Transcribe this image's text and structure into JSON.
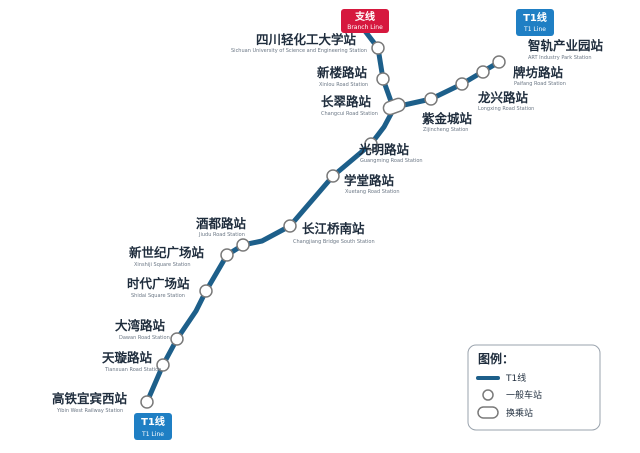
{
  "colors": {
    "main_line": "#1d5f8a",
    "branch_line": "#1d5f8a",
    "t1_badge": "#1f7fc4",
    "branch_badge": "#d6183e",
    "station_fill": "#ffffff",
    "station_stroke": "#7a7a7a"
  },
  "badges": {
    "t1_top": {
      "zh": "T1线",
      "en": "T1 Line"
    },
    "t1_bottom": {
      "zh": "T1线",
      "en": "T1 Line"
    },
    "branch": {
      "zh": "支线",
      "en": "Branch Line"
    }
  },
  "stations": [
    {
      "zh": "高铁宜宾西站",
      "en": "Yibin West Railway Station"
    },
    {
      "zh": "天璇路站",
      "en": "Tianxuan Road Station"
    },
    {
      "zh": "大湾路站",
      "en": "Dawan Road Station"
    },
    {
      "zh": "时代广场站",
      "en": "Shidai Square Station"
    },
    {
      "zh": "新世纪广场站",
      "en": "Xinshiji Square Station"
    },
    {
      "zh": "酒都路站",
      "en": "Jiudu Road Station"
    },
    {
      "zh": "长江桥南站",
      "en": "Changjiang Bridge South Station"
    },
    {
      "zh": "学堂路站",
      "en": "Xuetang Road Station"
    },
    {
      "zh": "光明路站",
      "en": "Guangming Road Station"
    },
    {
      "zh": "长翠路站",
      "en": "Changcui Road Station"
    },
    {
      "zh": "紫金城站",
      "en": "Zijincheng Station"
    },
    {
      "zh": "龙兴路站",
      "en": "Longxing Road Station"
    },
    {
      "zh": "牌坊路站",
      "en": "Paifang Road Station"
    },
    {
      "zh": "智轨产业园站",
      "en": "ART Industry Park Station"
    },
    {
      "zh": "新楼路站",
      "en": "Xinlou Road Station"
    },
    {
      "zh": "四川轻化工大学站",
      "en": "Sichuan University of Science and Engineering Station"
    }
  ],
  "legend": {
    "title": "图例：",
    "items": [
      {
        "label": "T1线",
        "symbol": "line"
      },
      {
        "label": "一般车站",
        "symbol": "station"
      },
      {
        "label": "换乘站",
        "symbol": "interchange"
      }
    ]
  }
}
